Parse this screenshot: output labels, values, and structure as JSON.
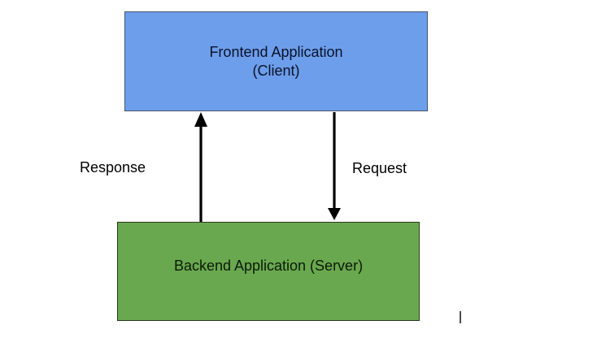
{
  "diagram": {
    "background_color": "#ffffff",
    "arrow_color": "#000000",
    "boxes": {
      "frontend": {
        "label_line1": "Frontend Application",
        "label_line2": "(Client)",
        "fill_color": "#6d9eeb",
        "border_color": "#46566f",
        "text_color": "#0a1228"
      },
      "backend": {
        "label": "Backend Application (Server)",
        "fill_color": "#6aa84f",
        "border_color": "#2a3b20",
        "text_color": "#0b1a07"
      }
    },
    "edges": {
      "response": {
        "label": "Response"
      },
      "request": {
        "label": "Request"
      }
    }
  }
}
